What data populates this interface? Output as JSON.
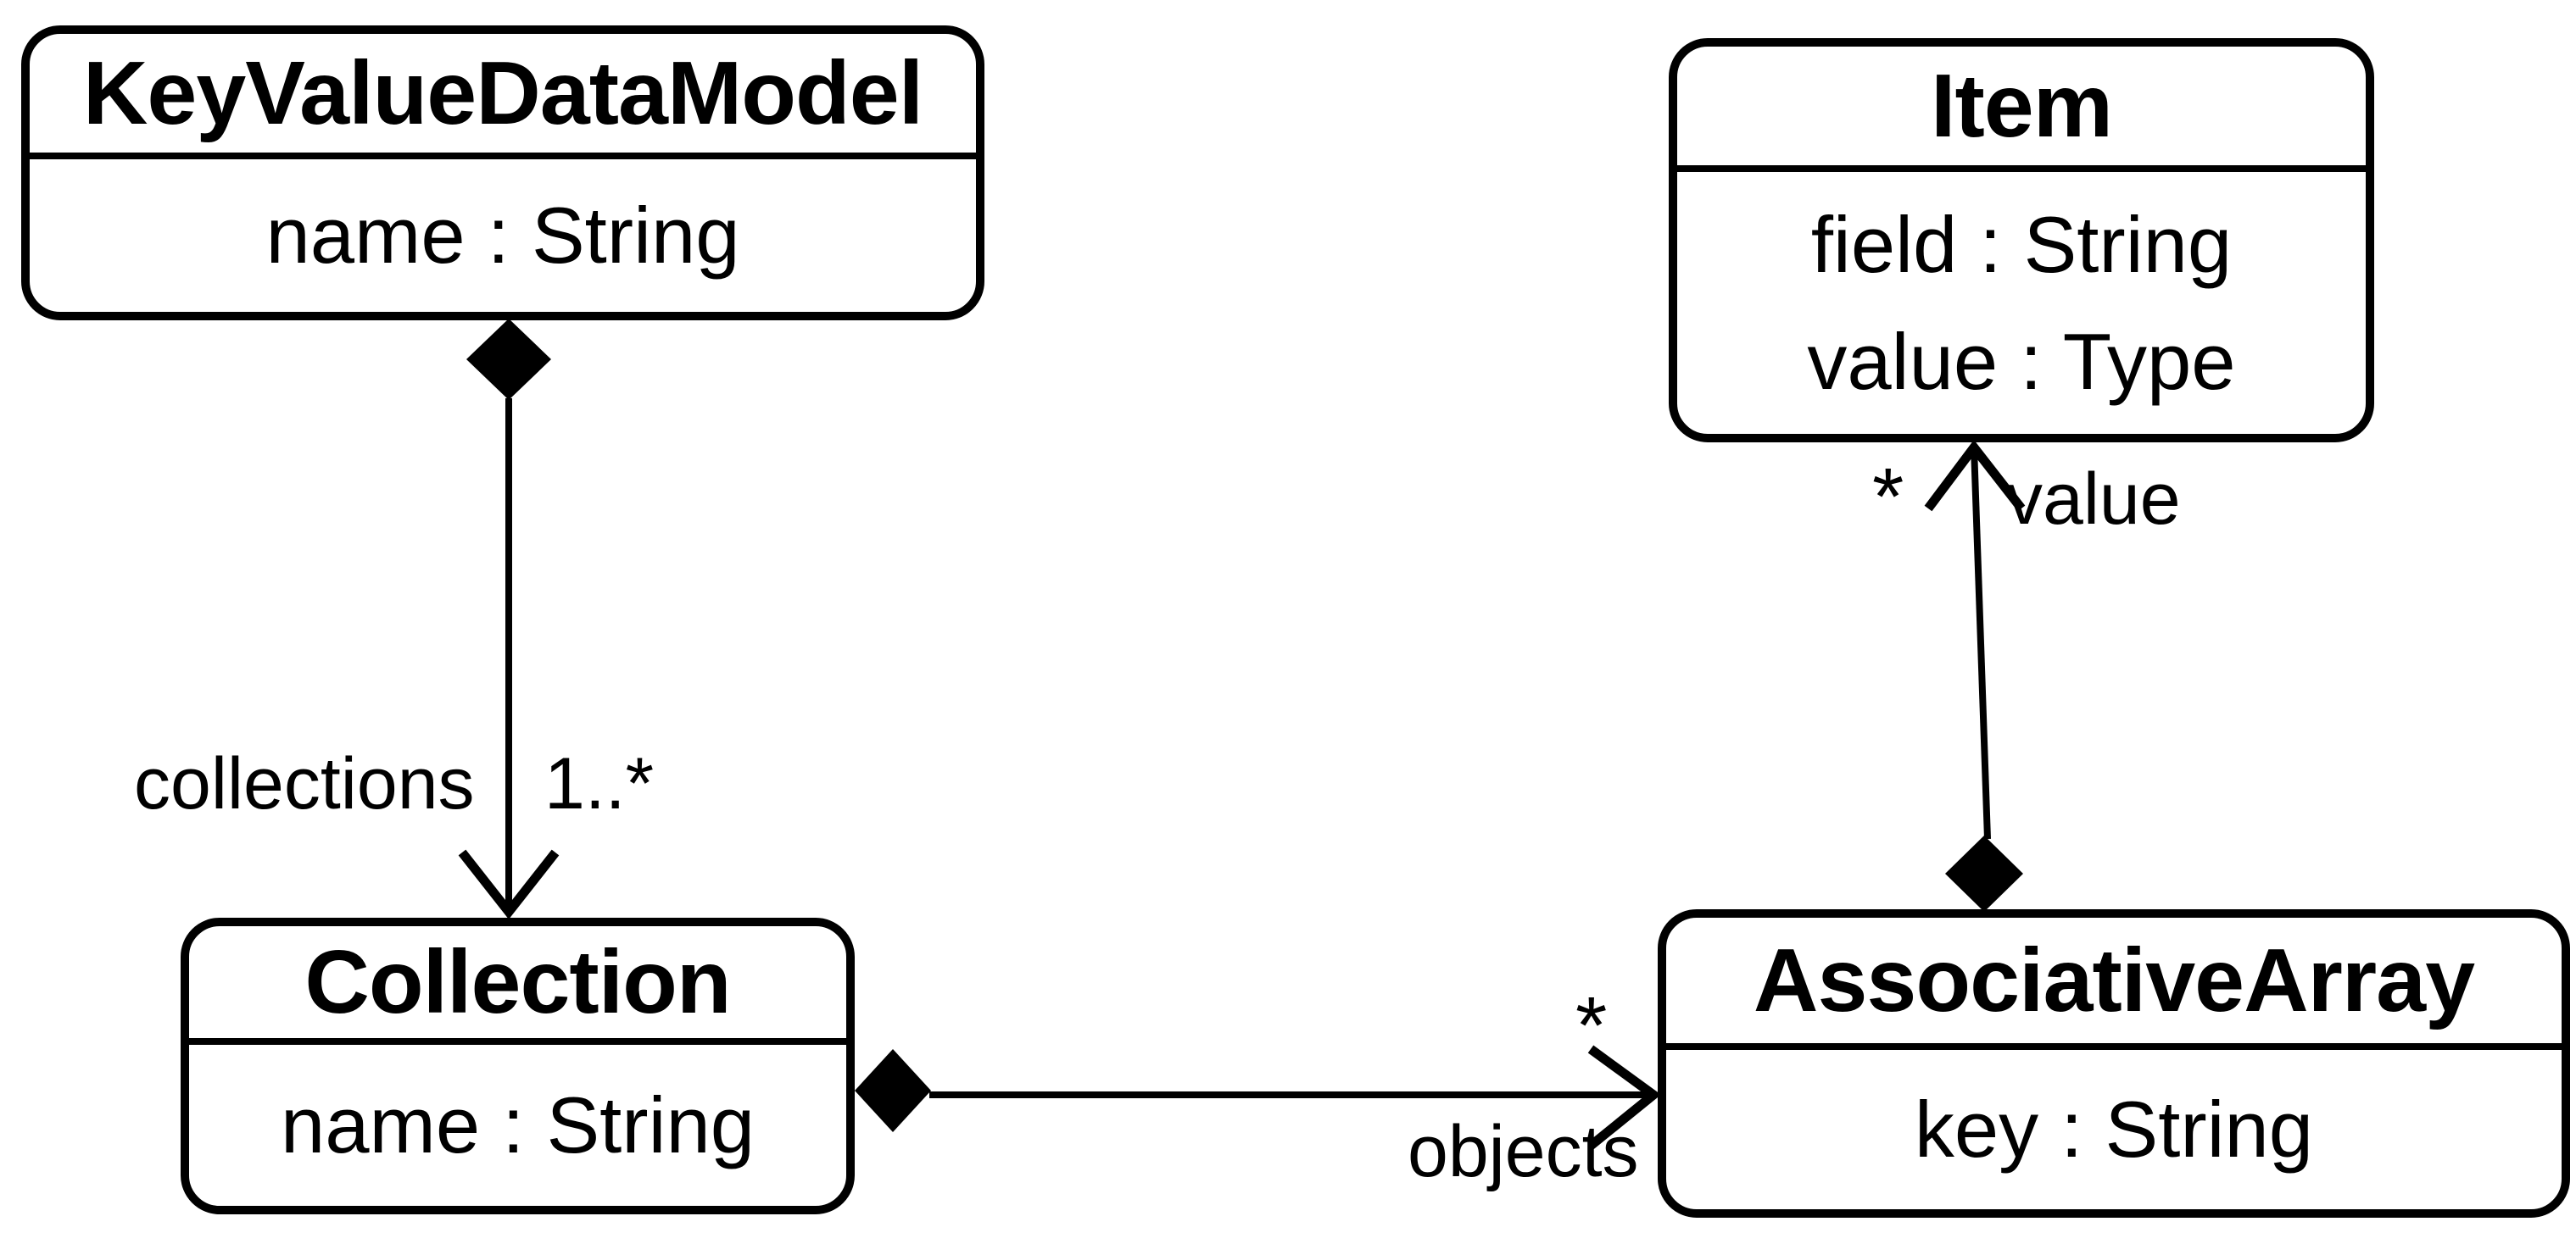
{
  "diagram": {
    "type": "uml-class-diagram",
    "colors": {
      "stroke": "#000000",
      "text": "#000000",
      "background": "#ffffff"
    },
    "classes": [
      {
        "id": "keyValueDataModel",
        "name": "KeyValueDataModel",
        "attributes": [
          "name : String"
        ]
      },
      {
        "id": "item",
        "name": "Item",
        "attributes": [
          "field : String",
          "value : Type"
        ]
      },
      {
        "id": "collection",
        "name": "Collection",
        "attributes": [
          "name : String"
        ]
      },
      {
        "id": "associativeArray",
        "name": "AssociativeArray",
        "attributes": [
          "key : String"
        ]
      }
    ],
    "relationships": [
      {
        "from": "KeyValueDataModel",
        "to": "Collection",
        "type": "composition",
        "role": "collections",
        "multiplicity": "1..*"
      },
      {
        "from": "Collection",
        "to": "AssociativeArray",
        "type": "composition",
        "role": "objects",
        "multiplicity": "*"
      },
      {
        "from": "AssociativeArray",
        "to": "Item",
        "type": "composition",
        "role": "value",
        "multiplicity": "*"
      }
    ]
  }
}
